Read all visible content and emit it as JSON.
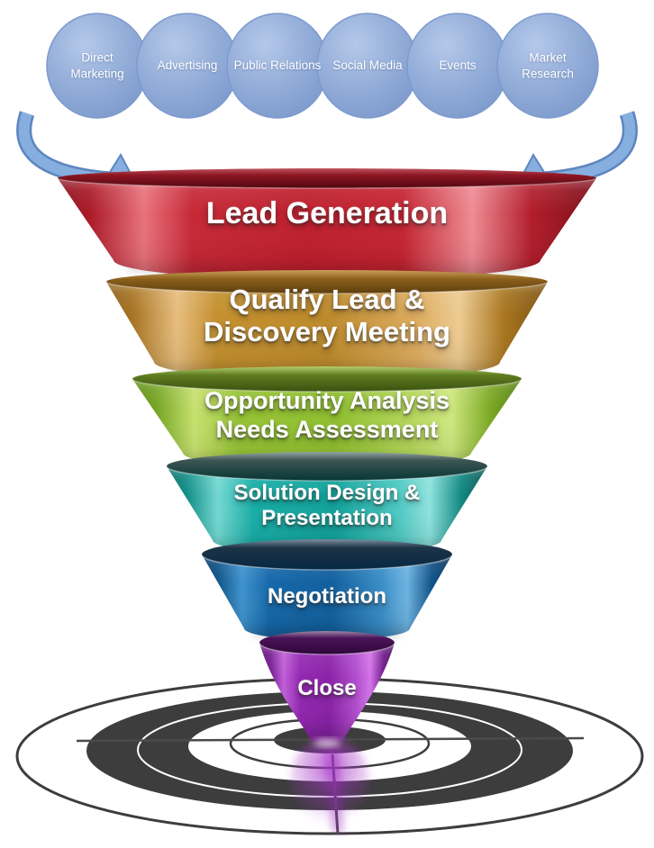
{
  "diagram": {
    "type": "sales-funnel",
    "background": "#ffffff"
  },
  "sources": {
    "circle_color": "#8fa9d6",
    "items": [
      {
        "label": "Direct Marketing"
      },
      {
        "label": "Advertising"
      },
      {
        "label": "Public Relations"
      },
      {
        "label": "Social Media"
      },
      {
        "label": "Events"
      },
      {
        "label": "Market Research"
      }
    ]
  },
  "arrows": {
    "left_icon": "curved-arrow-down-right",
    "right_icon": "curved-arrow-down-left",
    "color": "#86aede"
  },
  "funnel": {
    "stages": [
      {
        "lines": [
          "Lead Generation"
        ],
        "color": "#c4222f"
      },
      {
        "lines": [
          "Qualify Lead &",
          "Discovery Meeting"
        ],
        "color": "#c18c31"
      },
      {
        "lines": [
          "Opportunity Analysis",
          "Needs Assessment"
        ],
        "color": "#92c233"
      },
      {
        "lines": [
          "Solution Design &",
          "Presentation"
        ],
        "color": "#16ada6"
      },
      {
        "lines": [
          "Negotiation"
        ],
        "color": "#1565a6"
      },
      {
        "lines": [
          "Close"
        ],
        "color": "#9326b0"
      }
    ]
  },
  "target": {
    "icon": "bullseye-target",
    "ring_color": "#3d3d3d"
  }
}
